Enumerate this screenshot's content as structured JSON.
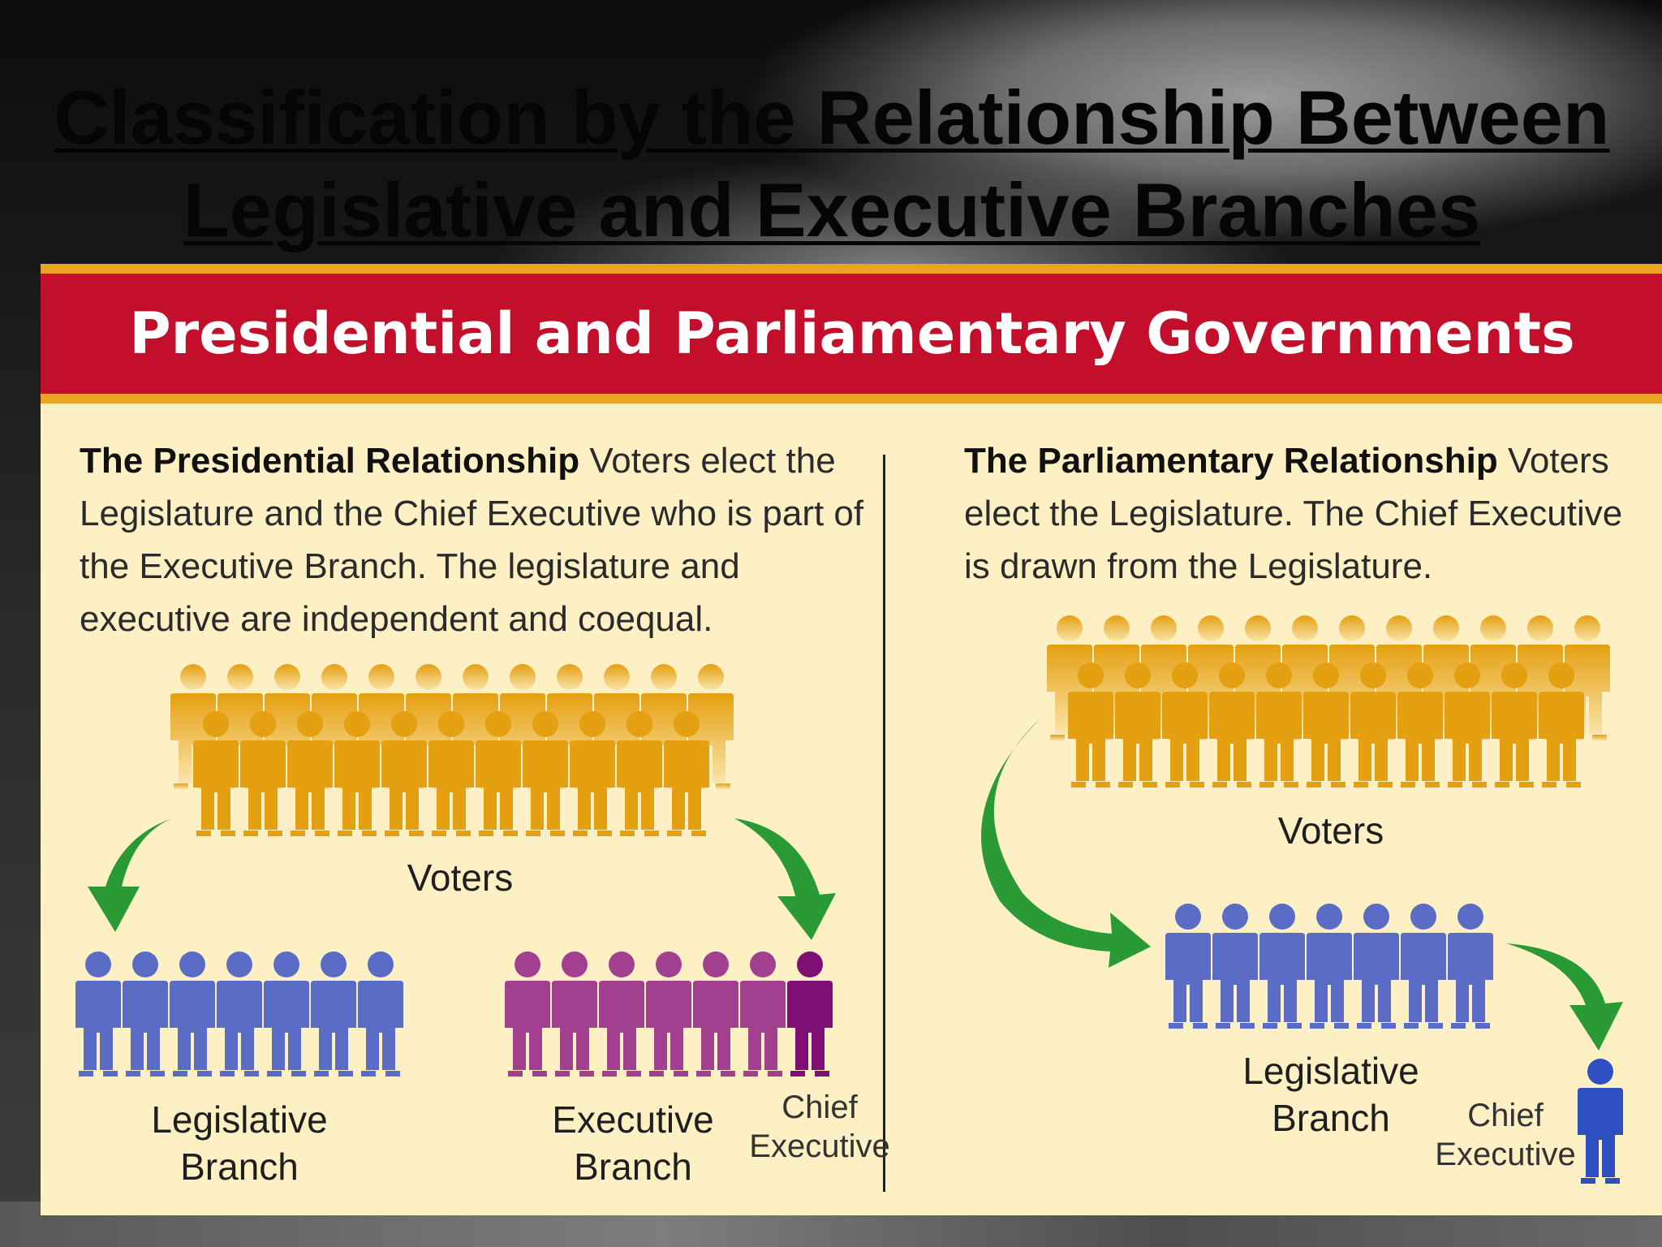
{
  "slide_title": {
    "line1": "Classification by the Relationship Between",
    "line2": "Legislative and Executive Branches"
  },
  "banner": {
    "title": "Presidential and Parliamentary Governments"
  },
  "presidential": {
    "heading": "The Presidential Relationship",
    "description": " Voters elect the Legislature and the Chief Executive who is part of the Executive Branch. The legislature and executive are independent and coequal.",
    "labels": {
      "voters": "Voters",
      "legislative_line1": "Legislative",
      "legislative_line2": "Branch",
      "executive_line1": "Executive",
      "executive_line2": "Branch",
      "chief_line1": "Chief",
      "chief_line2": "Executive"
    }
  },
  "parliamentary": {
    "heading": "The Parliamentary Relationship",
    "description": " Voters elect the Legislature. The Chief Executive is drawn from the Legislature.",
    "labels": {
      "voters": "Voters",
      "legislative_line1": "Legislative",
      "legislative_line2": "Branch",
      "chief_line1": "Chief",
      "chief_line2": "Executive"
    }
  },
  "colors": {
    "banner_red": "#c30f2b",
    "banner_gold": "#e9a521",
    "panel_cream": "#fdf0c4",
    "voters_gold": "#e5a011",
    "legislative_blue": "#5b6cc6",
    "executive_purple": "#a2408f",
    "chief_purple": "#7f0f74",
    "chief_blue": "#2d4fc0",
    "arrow_green": "#2a9a35"
  }
}
